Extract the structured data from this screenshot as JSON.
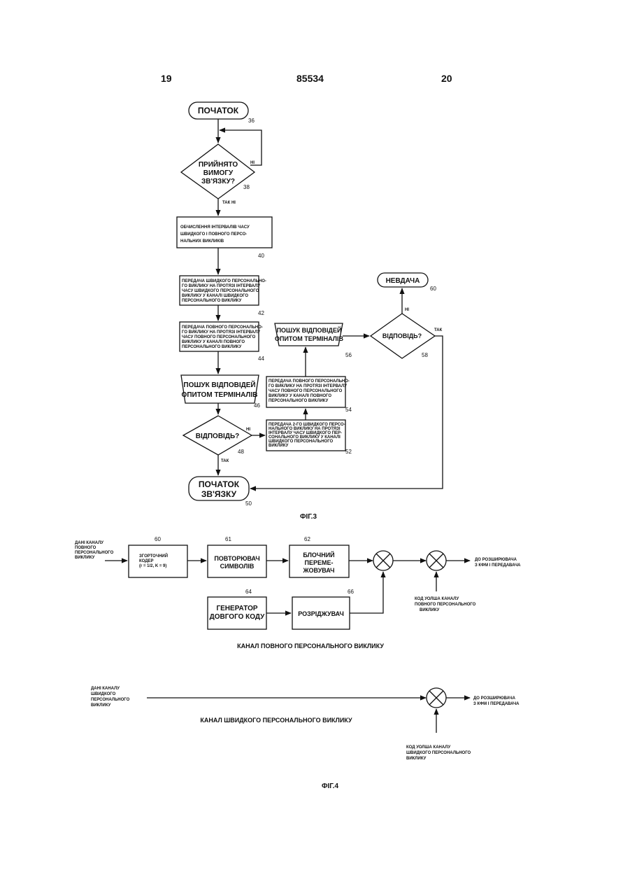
{
  "header": {
    "left": "19",
    "center": "85534",
    "right": "20"
  },
  "fig3": {
    "caption": "ФІГ.3",
    "start": {
      "text": "ПОЧАТОК",
      "ref": "36"
    },
    "d38": {
      "lines": [
        "ПРИЙНЯТО",
        "ВИМОГУ",
        "ЗВ'ЯЗКУ?"
      ],
      "ref": "38",
      "no": "НІ",
      "yes": "ТАК НІ"
    },
    "b40": {
      "lines": [
        "ОБЧИСЛЕННЯ ІНТЕРВАЛІВ ЧАСУ",
        "ШВИДКОГО І ПОВНОГО ПЕРСО-",
        "НАЛЬНИХ ВИКЛИКІВ"
      ],
      "ref": "40"
    },
    "b42": {
      "lines": [
        "ПЕРЕДАЧА ШВИДКОГО ПЕРСОНАЛЬНО-",
        "ГО ВИКЛИКУ НА ПРОТЯЗІ ІНТЕРВАЛУ",
        "ЧАСУ ШВИДКОГО ПЕРСОНАЛЬНОГО",
        "ВИКЛИКУ  У КАНАЛІ ШВИДКОГО",
        "ПЕРСОНАЛЬНОГО ВИКЛИКУ"
      ],
      "ref": "42"
    },
    "b44": {
      "lines": [
        "ПЕРЕДАЧА ПОВНОГО ПЕРСОНАЛЬНО-",
        "ГО ВИКЛИКУ НА ПРОТЯЗІ ІНТЕРВАЛУ",
        "ЧАСУ ПОВНОГО ПЕРСОНАЛЬНОГО",
        "ВИКЛИКУ  У КАНАЛІ ПОВНОГО",
        "ПЕРСОНАЛЬНОГО ВИКЛИКУ"
      ],
      "ref": "44"
    },
    "b46": {
      "lines": [
        "ПОШУК ВІДПОВІДЕЙ",
        "ОПИТОМ ТЕРМІНАЛІВ"
      ],
      "ref": "46"
    },
    "d48": {
      "text": "ВІДПОВІДЬ?",
      "ref": "48",
      "no": "НІ",
      "yes": "ТАК"
    },
    "end50": {
      "lines": [
        "ПОЧАТОК",
        "ЗВ'ЯЗКУ"
      ],
      "ref": "50"
    },
    "b52": {
      "lines": [
        "ПЕРЕДАЧА 2-ГО ШВИДКОГО ПЕРСО-",
        "НАЛЬНОГО ВИКЛИКУ НА ПРОТЯЗІ",
        "ІНТЕРВАЛУ ЧАСУ ШВИДКОГО ПЕР-",
        "СОНАЛЬНОГО ВИКЛИКУ  У КАНАЛІ",
        "ШВИДКОГО ПЕРСОНАЛЬНОГО",
        "ВИКЛИКУ"
      ],
      "ref": "52"
    },
    "b54": {
      "lines": [
        "ПЕРЕДАЧА ПОВНОГО ПЕРСОНАЛЬНО-",
        "ГО ВИКЛИКУ НА ПРОТЯЗІ ІНТЕРВАЛУ",
        "ЧАСУ ПОВНОГО ПЕРСОНАЛЬНОГО",
        "ВИКЛИКУ  У КАНАЛІ ПОВНОГО",
        "ПЕРСОНАЛЬНОГО ВИКЛИКУ"
      ],
      "ref": "54"
    },
    "b56": {
      "lines": [
        "ПОШУК ВІДПОВІДЕЙ",
        "ОПИТОМ ТЕРМІНАЛІВ"
      ],
      "ref": "56"
    },
    "d58": {
      "text": "ВІДПОВІДЬ?",
      "ref": "58",
      "no": "НІ",
      "yes": "ТАК"
    },
    "fail60": {
      "text": "НЕВДАЧА",
      "ref": "60"
    }
  },
  "fig4": {
    "caption": "ФІГ.4",
    "full_input": [
      "ДАНІ КАНАЛУ",
      "ПОВНОГО",
      "ПЕРСОНАЛЬНОГО",
      "ВИКЛИКУ"
    ],
    "b60": {
      "lines": [
        "ЗГОРТОЧНИЙ",
        "КОДЕР",
        "(r = 1/2, K = 9)"
      ],
      "ref": "60"
    },
    "b61": {
      "lines": [
        "ПОВТОРЮВАЧ",
        "СИМВОЛІВ"
      ],
      "ref": "61"
    },
    "b62": {
      "lines": [
        "БЛОЧНИЙ",
        "ПЕРЕМЕ-",
        "ЖОВУВАЧ"
      ],
      "ref": "62"
    },
    "b64": {
      "lines": [
        "ГЕНЕРАТОР",
        "ДОВГОГО КОДУ"
      ],
      "ref": "64"
    },
    "b66": {
      "text": "РОЗРІДЖУВАЧ",
      "ref": "66"
    },
    "full_output": [
      "ДО РОЗШИРЮВАЧА",
      "З КФМ І ПЕРЕДАВАЧА"
    ],
    "full_walsh": [
      "КОД УОЛША КАНАЛУ",
      "ПОВНОГО ПЕРСОНАЛЬНОГО",
      "ВИКЛИКУ"
    ],
    "full_caption": "КАНАЛ ПОВНОГО ПЕРСОНАЛЬНОГО ВИКЛИКУ",
    "quick_input": [
      "ДАНІ КАНАЛУ",
      "ШВИДКОГО",
      "ПЕРСОНАЛЬНОГО",
      "ВИКЛИКУ"
    ],
    "quick_output": [
      "ДО РОЗШИРЮВАЧА",
      "З КФМ І ПЕРЕДАВАЧА"
    ],
    "quick_walsh": [
      "КОД УОЛША КАНАЛУ",
      "ШВИДКОГО ПЕРСОНАЛЬНОГО",
      "ВИКЛИКУ"
    ],
    "quick_caption": "КАНАЛ ШВИДКОГО ПЕРСОНАЛЬНОГО ВИКЛИКУ"
  }
}
